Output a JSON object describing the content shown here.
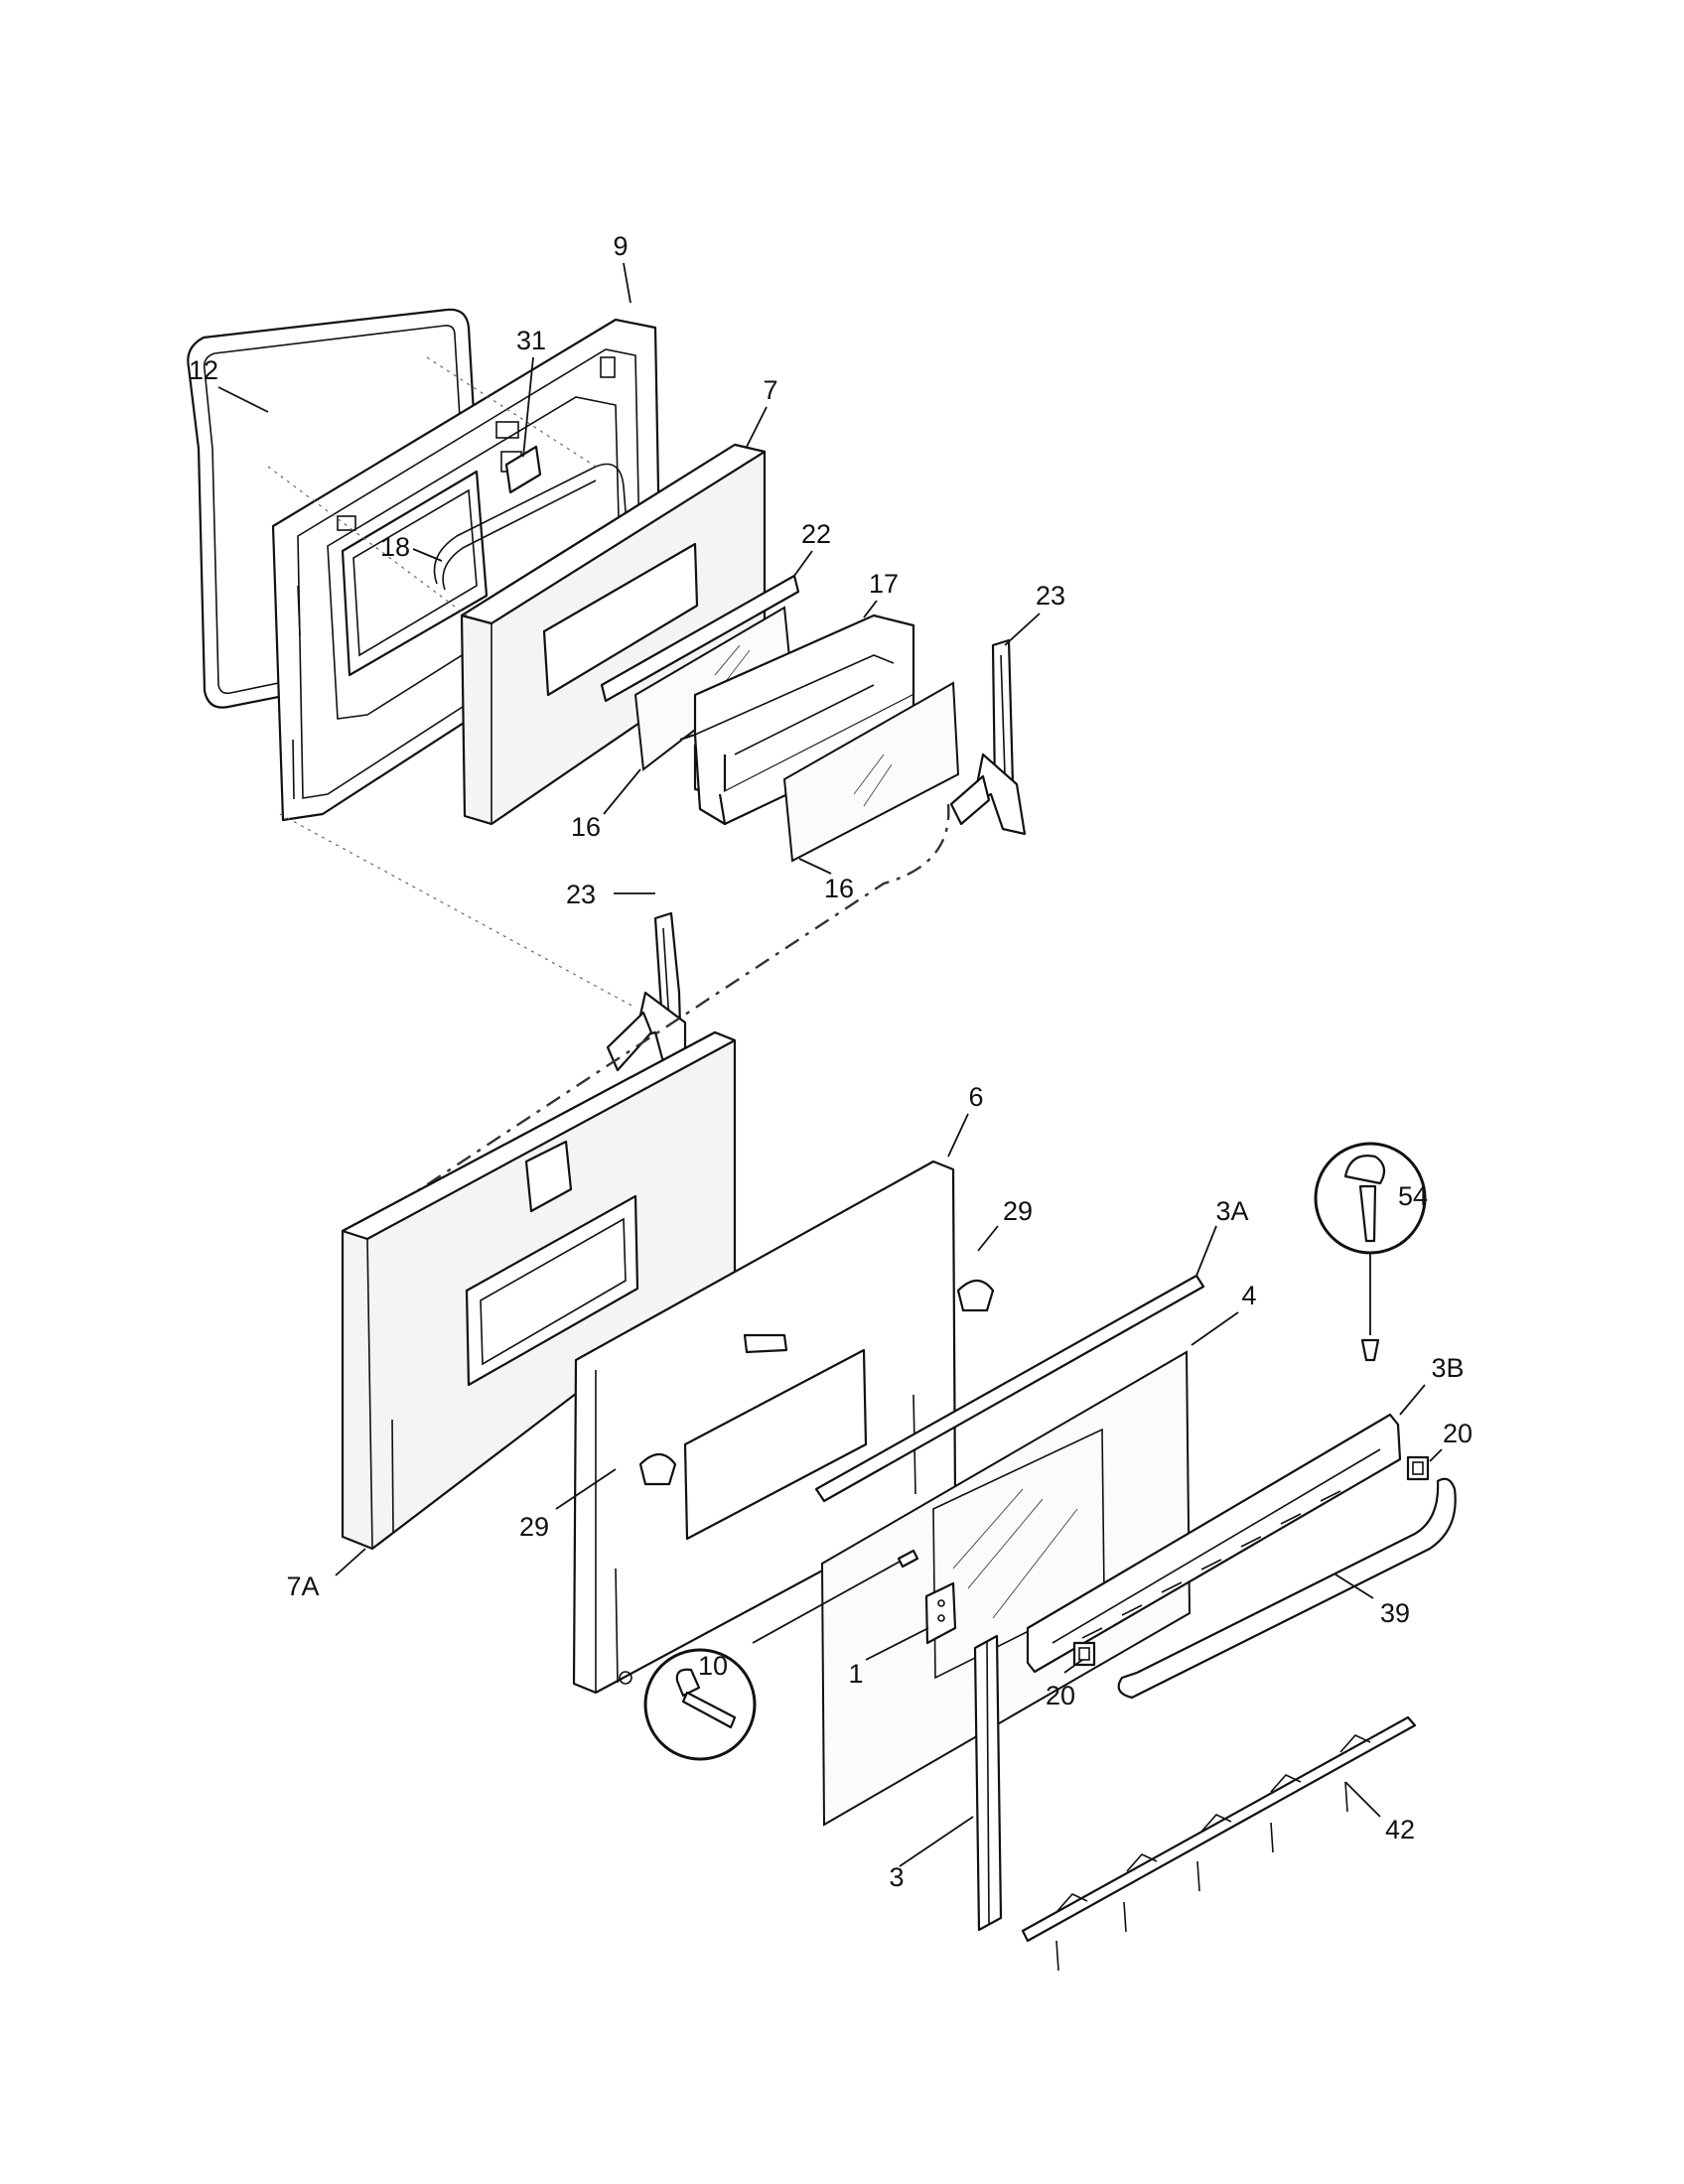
{
  "diagram": {
    "callouts": {
      "c1": "1",
      "c3": "3",
      "c3a": "3A",
      "c3b": "3B",
      "c4": "4",
      "c6": "6",
      "c7": "7",
      "c7a": "7A",
      "c9": "9",
      "c10": "10",
      "c12": "12",
      "c16a": "16",
      "c16b": "16",
      "c17": "17",
      "c18": "18",
      "c20a": "20",
      "c20b": "20",
      "c22": "22",
      "c23a": "23",
      "c23b": "23",
      "c29a": "29",
      "c29b": "29",
      "c31": "31",
      "c39": "39",
      "c42": "42",
      "c54": "54"
    }
  }
}
